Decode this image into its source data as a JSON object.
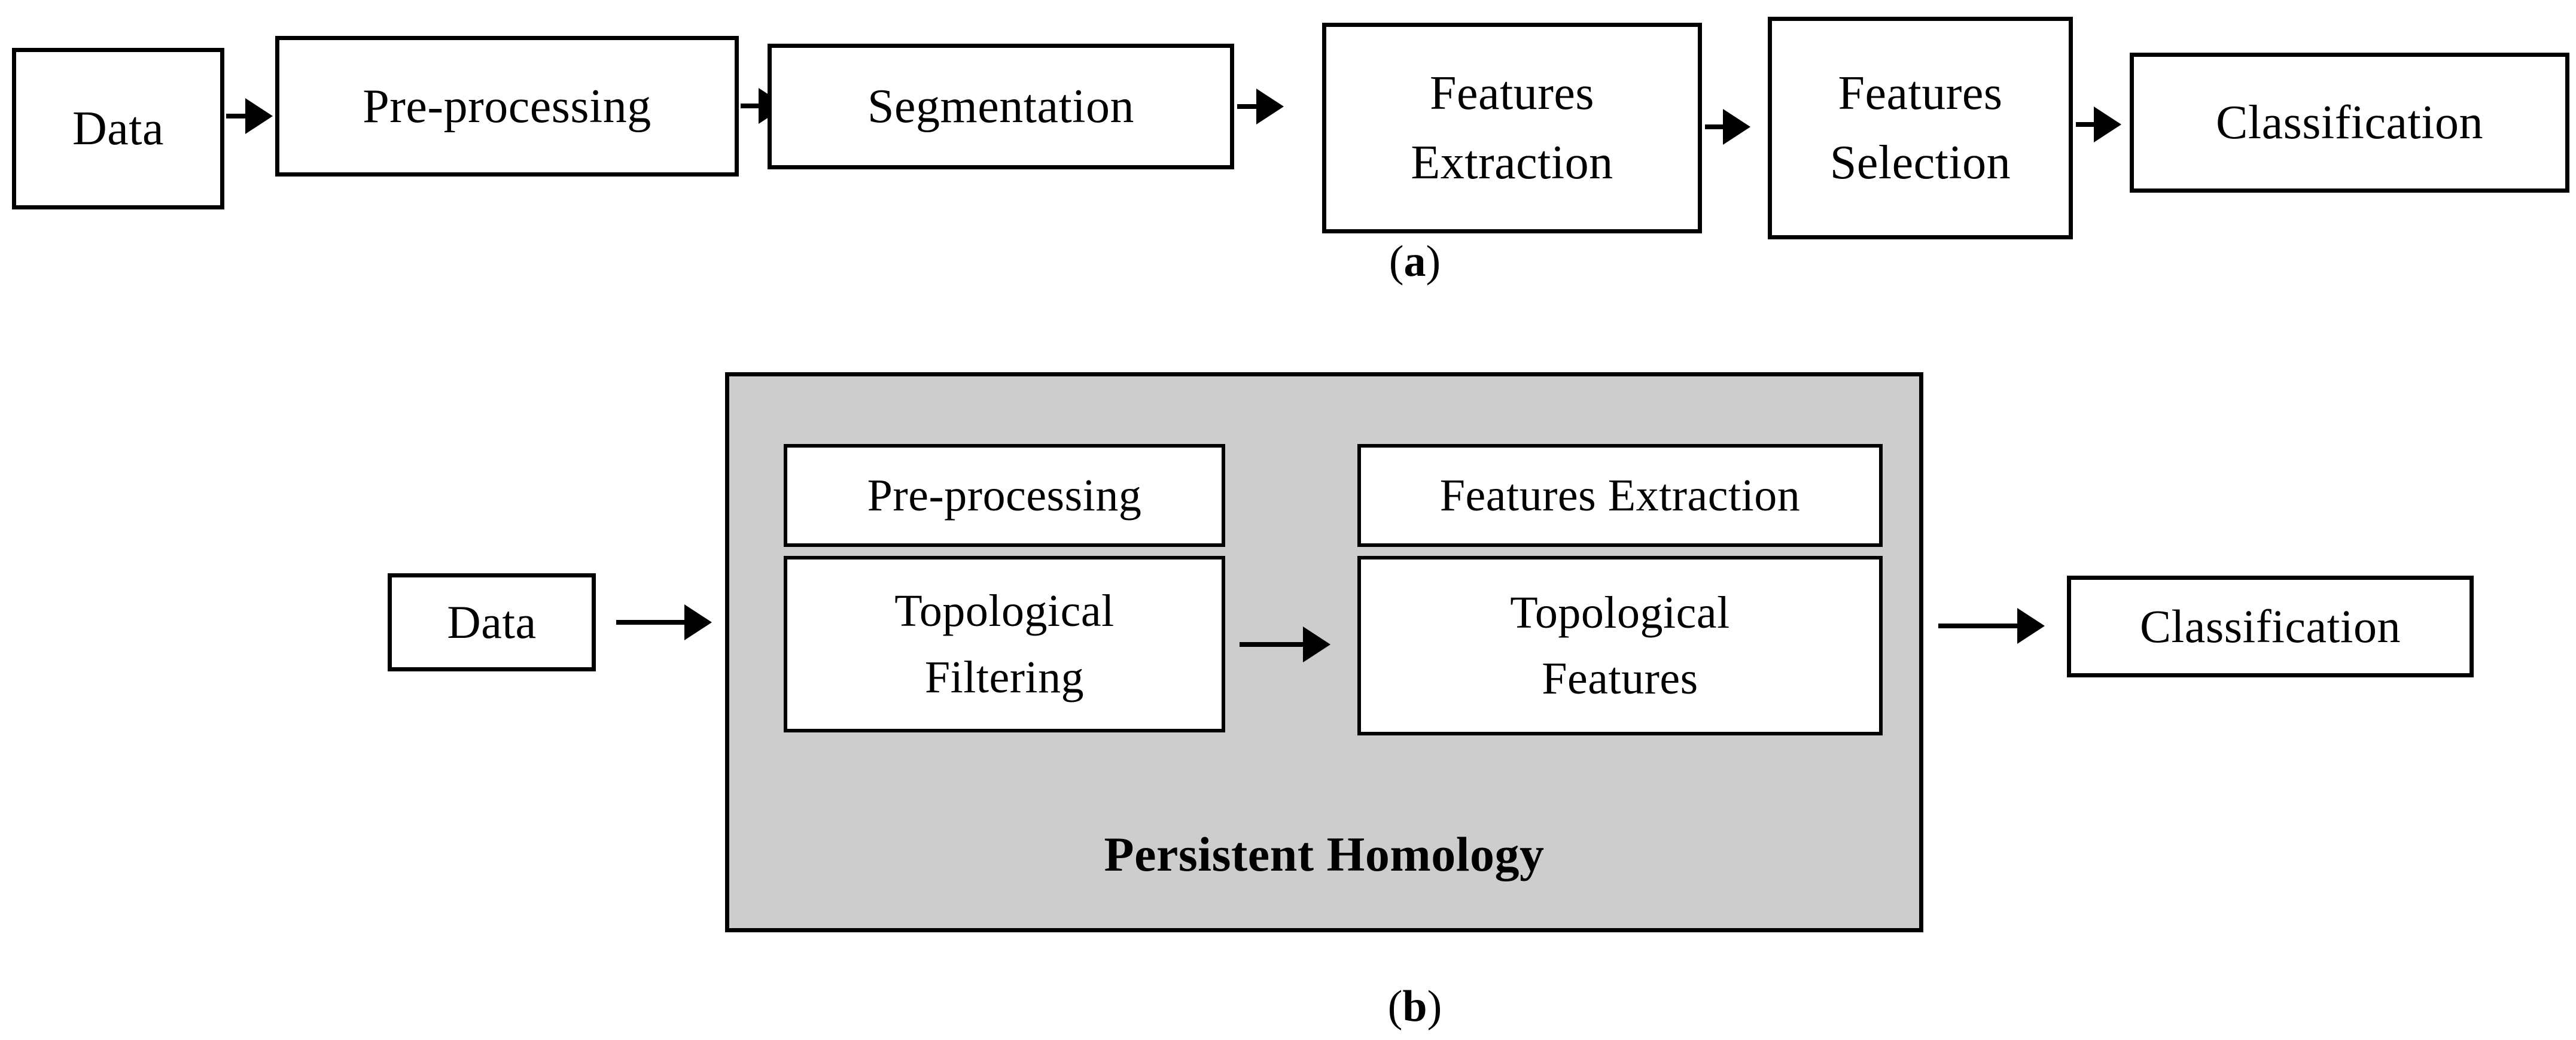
{
  "figure": {
    "background_color": "#ffffff",
    "line_color": "#000000",
    "panel_fill_color": "#cdcdcd"
  },
  "panel_a": {
    "caption_open": "(",
    "caption_letter": "a",
    "caption_close": ")",
    "boxes": [
      {
        "id": "data",
        "label": "Data"
      },
      {
        "id": "pre-processing",
        "label": "Pre-processing"
      },
      {
        "id": "segmentation",
        "label": "Segmentation"
      },
      {
        "id": "features-extraction",
        "label": "Features\nExtraction"
      },
      {
        "id": "features-selection",
        "label": "Features\nSelection"
      },
      {
        "id": "classification",
        "label": "Classification"
      }
    ],
    "arrows": [
      {
        "id": "data-to-preprocessing"
      },
      {
        "id": "preprocessing-to-segmentation"
      },
      {
        "id": "segmentation-to-features-extraction"
      },
      {
        "id": "features-extraction-to-features-selection"
      },
      {
        "id": "features-selection-to-classification"
      }
    ]
  },
  "panel_b": {
    "caption_open": "(",
    "caption_letter": "b",
    "caption_close": ")",
    "group_label": "Persistent Homology",
    "boxes": [
      {
        "id": "data",
        "label": "Data"
      },
      {
        "id": "pre-processing",
        "label": "Pre-processing"
      },
      {
        "id": "topological-filtering",
        "label": "Topological\nFiltering"
      },
      {
        "id": "features-extraction",
        "label": "Features Extraction"
      },
      {
        "id": "topological-features",
        "label": "Topological\nFeatures"
      },
      {
        "id": "classification",
        "label": "Classification"
      }
    ],
    "arrows": [
      {
        "id": "data-to-persistent-homology"
      },
      {
        "id": "filtering-to-features"
      },
      {
        "id": "persistent-homology-to-classification"
      }
    ]
  }
}
